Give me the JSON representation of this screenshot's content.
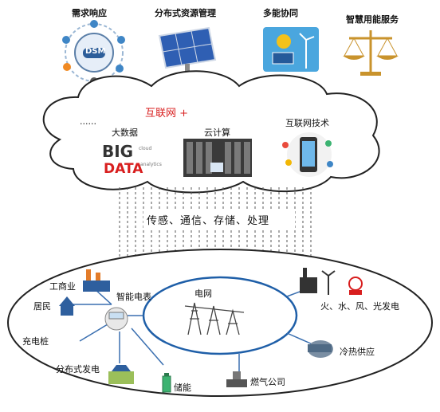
{
  "services": [
    {
      "label": "需求响应",
      "icon": "dsm-gear-icon"
    },
    {
      "label": "分布式资源管理",
      "icon": "solar-panel-icon"
    },
    {
      "label": "多能协同",
      "icon": "wind-solar-icon"
    },
    {
      "label": "智慧用能服务",
      "icon": "balance-scale-icon"
    }
  ],
  "cloud": {
    "title": "互联网 +",
    "ellipsis": "......",
    "items": [
      {
        "label": "大数据",
        "icon": "big-data-word-cloud-icon",
        "badge_lines": [
          "BIG",
          "DATA"
        ]
      },
      {
        "label": "云计算",
        "icon": "server-room-icon"
      },
      {
        "label": "互联网技术",
        "icon": "mobile-apps-icon"
      }
    ]
  },
  "middle_label": "传感、通信、存储、处理",
  "dsm_badge": "DSM",
  "grid": {
    "center_label": "电网",
    "nodes": [
      {
        "label": "工商业",
        "icon": "factory-icon"
      },
      {
        "label": "居民",
        "icon": "house-icon"
      },
      {
        "label": "智能电表",
        "icon": "smart-meter-icon"
      },
      {
        "label": "充电桩",
        "icon": "charging-pile-icon"
      },
      {
        "label": "分布式发电",
        "icon": "distributed-generation-icon"
      },
      {
        "label": "储能",
        "icon": "battery-icon"
      },
      {
        "label": "燃气公司",
        "icon": "gas-pipeline-icon"
      },
      {
        "label": "冷热供应",
        "icon": "heat-exchanger-icon"
      },
      {
        "label": "火、水、风、光发电",
        "icon": "power-plants-icon"
      }
    ]
  },
  "colors": {
    "accent_red": "#d81e1e",
    "cloud_stroke": "#222222",
    "grid_ring": "#1f5fa8"
  }
}
